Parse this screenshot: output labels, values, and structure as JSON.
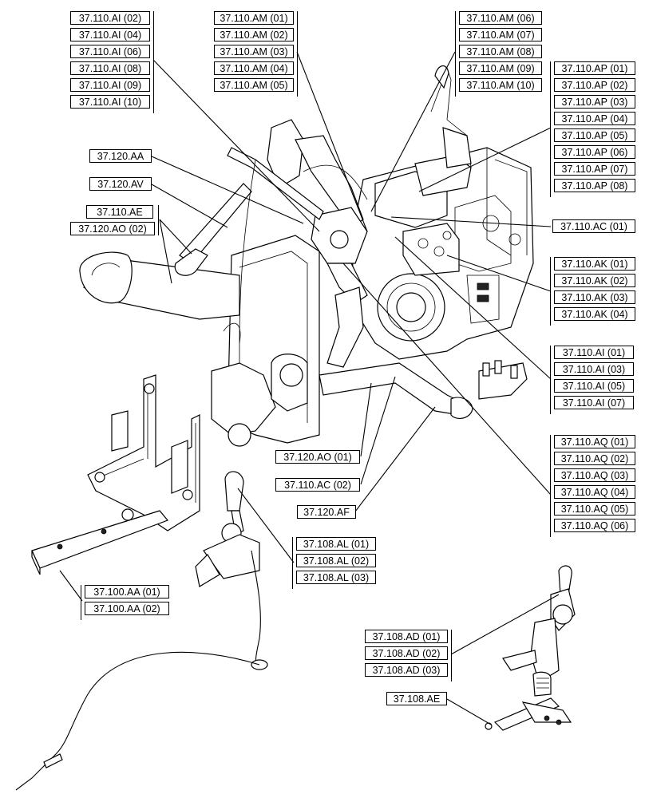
{
  "diagram": {
    "groups": {
      "ai_top": [
        "37.110.AI (02)",
        "37.110.AI (04)",
        "37.110.AI (06)",
        "37.110.AI (08)",
        "37.110.AI (09)",
        "37.110.AI (10)"
      ],
      "am_left": [
        "37.110.AM (01)",
        "37.110.AM (02)",
        "37.110.AM (03)",
        "37.110.AM (04)",
        "37.110.AM (05)"
      ],
      "am_right": [
        "37.110.AM (06)",
        "37.110.AM (07)",
        "37.110.AM (08)",
        "37.110.AM (09)",
        "37.110.AM (10)"
      ],
      "ap": [
        "37.110.AP (01)",
        "37.110.AP (02)",
        "37.110.AP (03)",
        "37.110.AP (04)",
        "37.110.AP (05)",
        "37.110.AP (06)",
        "37.110.AP (07)",
        "37.110.AP (08)"
      ],
      "ak": [
        "37.110.AK (01)",
        "37.110.AK (02)",
        "37.110.AK (03)",
        "37.110.AK (04)"
      ],
      "ai_right": [
        "37.110.AI (01)",
        "37.110.AI (03)",
        "37.110.AI (05)",
        "37.110.AI (07)"
      ],
      "aq": [
        "37.110.AQ (01)",
        "37.110.AQ (02)",
        "37.110.AQ (03)",
        "37.110.AQ (04)",
        "37.110.AQ (05)",
        "37.110.AQ (06)"
      ],
      "al": [
        "37.108.AL (01)",
        "37.108.AL (02)",
        "37.108.AL (03)"
      ],
      "aa": [
        "37.100.AA (01)",
        "37.100.AA (02)"
      ],
      "ad": [
        "37.108.AD (01)",
        "37.108.AD (02)",
        "37.108.AD (03)"
      ],
      "ae_ao": [
        "37.110.AE",
        "37.120.AO (02)"
      ]
    },
    "singles": {
      "aa_120": "37.120.AA",
      "av_120": "37.120.AV",
      "ac_01": "37.110.AC (01)",
      "ao_01": "37.120.AO (01)",
      "ac_02": "37.110.AC (02)",
      "af_120": "37.120.AF",
      "ae_108": "37.108.AE"
    }
  }
}
